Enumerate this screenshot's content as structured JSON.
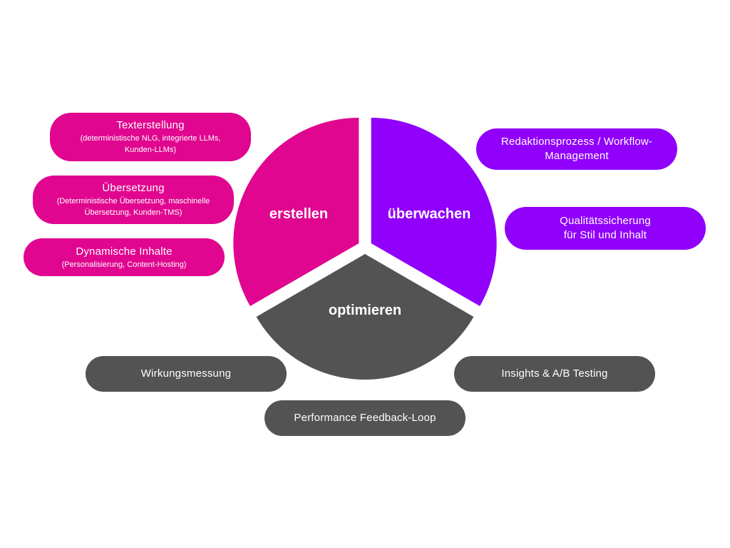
{
  "segments": {
    "create": {
      "label": "erstellen",
      "color": "#e0068f"
    },
    "monitor": {
      "label": "überwachen",
      "color": "#9000fb"
    },
    "optimize": {
      "label": "optimieren",
      "color": "#535353"
    }
  },
  "create_items": [
    {
      "title": "Texterstellung",
      "sub1": "(deterministische NLG, integrierte LLMs,",
      "sub2": "Kunden-LLMs)"
    },
    {
      "title": "Übersetzung",
      "sub1": "(Deterministische Übersetzung, maschinelle",
      "sub2": "Übersetzung, Kunden-TMS)"
    },
    {
      "title": "Dynamische Inhalte",
      "sub1": "(Personalisierung, Content-Hosting)"
    }
  ],
  "monitor_items": [
    {
      "line1": "Redaktionsprozess / Workflow-",
      "line2": "Management"
    },
    {
      "line1": "Qualitätssicherung",
      "line2": "für Stil und Inhalt"
    }
  ],
  "optimize_items": [
    {
      "label": "Wirkungsmessung"
    },
    {
      "label": "Insights & A/B Testing"
    },
    {
      "label": "Performance Feedback-Loop"
    }
  ]
}
